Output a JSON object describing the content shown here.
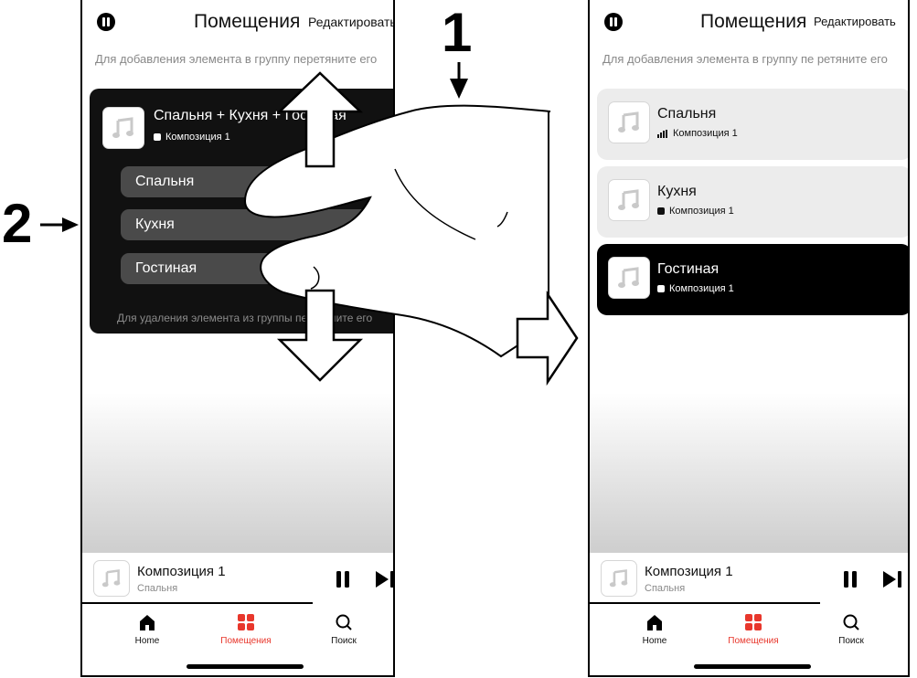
{
  "labels": {
    "step1": "1",
    "step2": "2"
  },
  "screen_before": {
    "header": {
      "title": "Помещения",
      "edit_label": "Редактировать",
      "pause_icon": "pause-circle-icon"
    },
    "hint": "Для добавления элемента в группу перетяните его",
    "group_card": {
      "title": "Спальня + Кухня + Гостиная",
      "subtitle": "Композиция 1",
      "items": [
        {
          "label": "Спальня"
        },
        {
          "label": "Кухня"
        },
        {
          "label": "Гостиная"
        }
      ],
      "footer_hint": "Для удаления элемента из группы перетяните его"
    },
    "now_playing": {
      "track": "Композиция 1",
      "room": "Спальня"
    },
    "tabs": [
      {
        "label": "Home",
        "icon": "home-icon"
      },
      {
        "label": "Помещения",
        "icon": "rooms-icon"
      },
      {
        "label": "Поиск",
        "icon": "search-icon"
      }
    ]
  },
  "screen_after": {
    "header": {
      "title": "Помещения",
      "edit_label": "Редактировать",
      "pause_icon": "pause-circle-icon"
    },
    "hint": "Для добавления элемента в группу пе ретяните его",
    "rooms": [
      {
        "name": "Спальня",
        "track": "Композиция 1",
        "status_icon": "equalizer-icon",
        "active": false
      },
      {
        "name": "Кухня",
        "track": "Композиция 1",
        "status_icon": "stop-square-icon",
        "active": false
      },
      {
        "name": "Гостиная",
        "track": "Композиция 1",
        "status_icon": "stop-square-icon",
        "active": true
      }
    ],
    "now_playing": {
      "track": "Композиция 1",
      "room": "Спальня"
    },
    "tabs": [
      {
        "label": "Home",
        "icon": "home-icon"
      },
      {
        "label": "Помещения",
        "icon": "rooms-icon"
      },
      {
        "label": "Поиск",
        "icon": "search-icon"
      }
    ]
  },
  "colors": {
    "accent_active_tab": "#e8372c",
    "card_dark": "#111111",
    "card_light": "#ececec",
    "subitem": "#4a4a4a",
    "hint": "#888888"
  }
}
